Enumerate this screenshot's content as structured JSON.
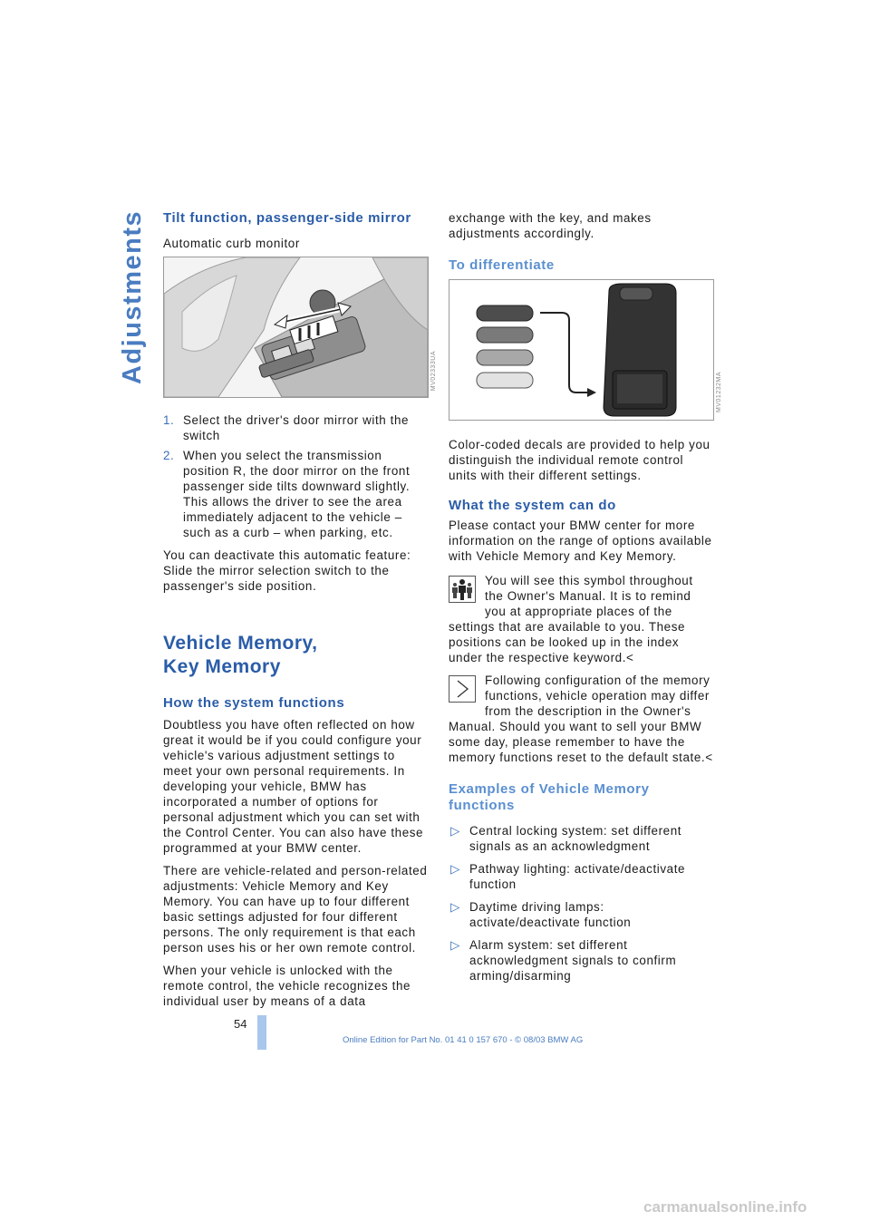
{
  "side_tab": "Adjustments",
  "left": {
    "tilt_heading": "Tilt function, passenger-side mirror",
    "tilt_sub": "Automatic curb monitor",
    "figure1_code": "MV02333UA",
    "steps": [
      {
        "num": "1.",
        "text": "Select the driver's door mirror with the switch"
      },
      {
        "num": "2.",
        "text": "When you select the transmission position R, the door mirror on the front passenger side tilts downward slightly. This allows the driver to see the area immediately adjacent to the vehicle – such as a curb – when parking, etc."
      }
    ],
    "deactivate": "You can deactivate this automatic feature: Slide the mirror selection switch to the passenger's side position.",
    "section_title_line1": "Vehicle Memory,",
    "section_title_line2": "Key Memory",
    "how_heading": "How the system functions",
    "how_p1": "Doubtless you have often reflected on how great it would be if you could configure your vehicle's various adjustment settings to meet your own personal requirements. In developing your vehicle, BMW has incorporated a number of options for personal adjustment which you can set with the Control Center. You can also have these programmed at your BMW center.",
    "how_p2": "There are vehicle-related and person-related adjustments: Vehicle Memory and Key Memory. You can have up to four different basic settings adjusted for four different persons. The only requirement is that each person uses his or her own remote control.",
    "how_p3": "When your vehicle is unlocked with the remote control, the vehicle recognizes the individual user by means of a data"
  },
  "right": {
    "cont": "exchange with the key, and makes adjustments accordingly.",
    "diff_heading": "To differentiate",
    "figure2_code": "MV01232MA",
    "diff_text": "Color-coded decals are provided to help you distinguish the individual remote control units with their different settings.",
    "can_heading": "What the system can do",
    "can_text": "Please contact your BMW center for more information on the range of options available with Vehicle Memory and Key Memory.",
    "note1": "You will see this symbol throughout the Owner's Manual. It is to remind you at appropriate places of the settings that are available to you. These positions can be looked up in the index under the respective keyword.",
    "note2": "Following configuration of the memory functions, vehicle operation may differ from the description in the Owner's Manual. Should you want to sell your BMW some day, please remember to have the memory functions reset to the default state.",
    "end_mark": "<",
    "examples_heading": "Examples of Vehicle Memory functions",
    "bullet_mark": "▷",
    "bullets": [
      "Central locking system: set different signals as an acknowledgment",
      "Pathway lighting: activate/deactivate function",
      "Daytime driving lamps: activate/deactivate function",
      "Alarm system: set different acknowledgment signals to confirm arming/disarming"
    ]
  },
  "footer": {
    "page_number": "54",
    "online_edition": "Online Edition for Part No. 01 41 0 157 670 - © 08/03 BMW AG",
    "watermark": "carmanualsonline.info"
  }
}
